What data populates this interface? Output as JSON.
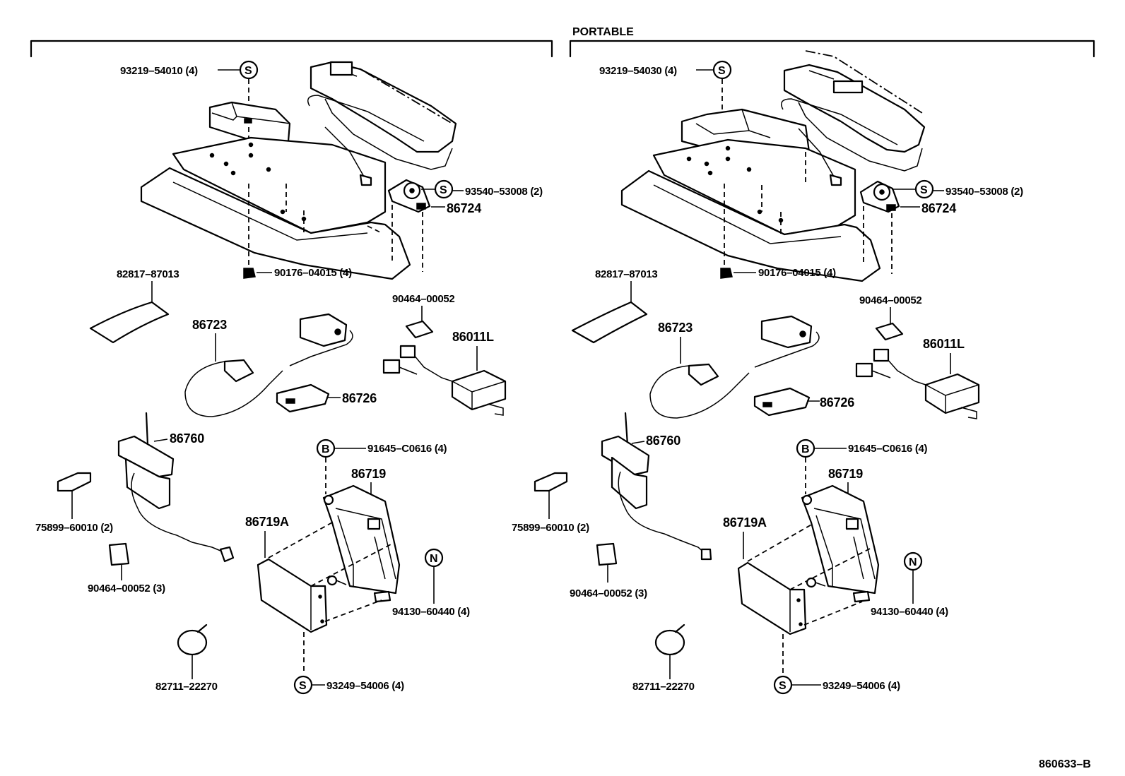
{
  "title": "PORTABLE",
  "drawing_id": "860633–B",
  "panels": [
    {
      "id": "left",
      "labels": {
        "screw_top": "93219–54010 (4)",
        "screw_right": "93540–53008 (2)",
        "bracket_top": "86724",
        "nut": "90176–04015 (4)",
        "label_plate": "82817–87013",
        "clip_top": "90464–00052",
        "cord_set": "86723",
        "amplifier": "86011L",
        "connector_small": "86726",
        "antenna": "86760",
        "bolt_b": "91645–C0616 (4)",
        "bracket": "86719",
        "bracket_a": "86719A",
        "tape": "75899–60010 (2)",
        "nut_n": "94130–60440 (4)",
        "clip_bottom": "90464–00052 (3)",
        "band": "82711–22270",
        "screw_bottom": "93249–54006 (4)"
      }
    },
    {
      "id": "right",
      "labels": {
        "screw_top": "93219–54030 (4)",
        "screw_right": "93540–53008 (2)",
        "bracket_top": "86724",
        "nut": "90176–04015 (4)",
        "label_plate": "82817–87013",
        "clip_top": "90464–00052",
        "cord_set": "86723",
        "amplifier": "86011L",
        "connector_small": "86726",
        "antenna": "86760",
        "bolt_b": "91645–C0616 (4)",
        "bracket": "86719",
        "bracket_a": "86719A",
        "tape": "75899–60010 (2)",
        "nut_n": "94130–60440 (4)",
        "clip_bottom": "90464–00052 (3)",
        "band": "82711–22270",
        "screw_bottom": "93249–54006 (4)"
      }
    }
  ],
  "markers": {
    "s": "S",
    "b": "B",
    "n": "N"
  }
}
